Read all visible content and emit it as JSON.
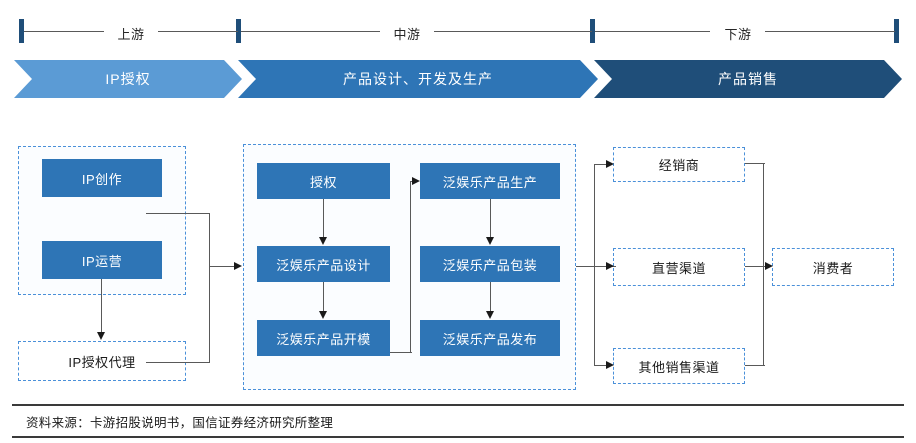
{
  "ruler": {
    "segments": [
      {
        "label": "上游"
      },
      {
        "label": "中游"
      },
      {
        "label": "下游"
      }
    ]
  },
  "stages": [
    {
      "label": "IP授权",
      "color": "#5B9BD5"
    },
    {
      "label": "产品设计、开发及生产",
      "color": "#2E75B6"
    },
    {
      "label": "产品销售",
      "color": "#1F4E79"
    }
  ],
  "upstream": {
    "group_nodes": [
      {
        "label": "IP创作"
      },
      {
        "label": "IP运营"
      }
    ],
    "agent_node": {
      "label": "IP授权代理"
    }
  },
  "midstream": {
    "left_column": [
      {
        "label": "授权"
      },
      {
        "label": "泛娱乐产品设计"
      },
      {
        "label": "泛娱乐产品开模"
      }
    ],
    "right_column": [
      {
        "label": "泛娱乐产品生产"
      },
      {
        "label": "泛娱乐产品包装"
      },
      {
        "label": "泛娱乐产品发布"
      }
    ]
  },
  "downstream": {
    "channels": [
      {
        "label": "经销商"
      },
      {
        "label": "直营渠道"
      },
      {
        "label": "其他销售渠道"
      }
    ],
    "consumer": {
      "label": "消费者"
    }
  },
  "footer": {
    "source": "资料来源：卡游招股说明书，国信证券经济研究所整理"
  },
  "colors": {
    "accent_light": "#5B9BD5",
    "accent_mid": "#2E75B6",
    "accent_dark": "#1F4E79",
    "dashed_border": "#4A90D9",
    "connector": "#595959"
  }
}
